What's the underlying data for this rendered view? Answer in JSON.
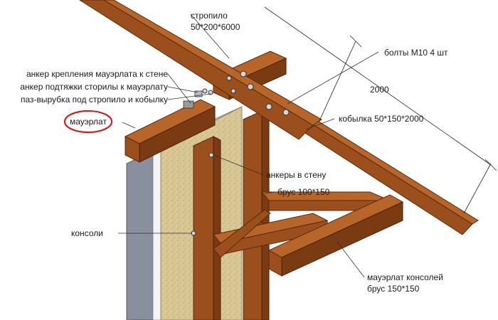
{
  "labels": {
    "rafter": "стропило",
    "rafter_size": "50*200*6000",
    "bolts": "болты М10 4 шт",
    "dimension": "2000",
    "mauerlat_anchor": "анкер крепления мауэрлата к стене",
    "rafter_tie_anchor": "анкер подтяжки сторилы к мауэрлату",
    "notch": "паз-вырубка под стропило и кобылку",
    "mauerlat": "мауэрлат",
    "kobylka": "кобылка 50*150*2000",
    "wall_anchors": "анкеры в стену",
    "beam": "брус 100*150",
    "consoles": "консоли",
    "console_mauerlat": "мауэрлат консолей",
    "console_beam": "брус 150*150"
  },
  "colors": {
    "wood": "#9b4f1d",
    "wall_plaster": "#8a8f9e",
    "insulation": "#d9c896",
    "highlight_circle": "#cc1f1f"
  }
}
